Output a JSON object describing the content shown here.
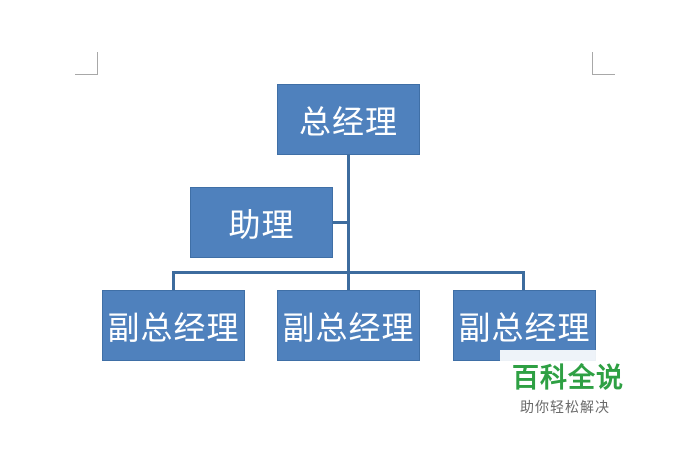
{
  "org_chart": {
    "top": "总经理",
    "assistant": "助理",
    "deputies": [
      "副总经理",
      "副总经理",
      "副总经理"
    ]
  },
  "watermark": {
    "brand": "百科全说",
    "slogan": "助你轻松解决"
  },
  "colors": {
    "node_fill": "#4f81bd",
    "connector": "#3d6c9e",
    "brand_green": "#2ea043"
  }
}
